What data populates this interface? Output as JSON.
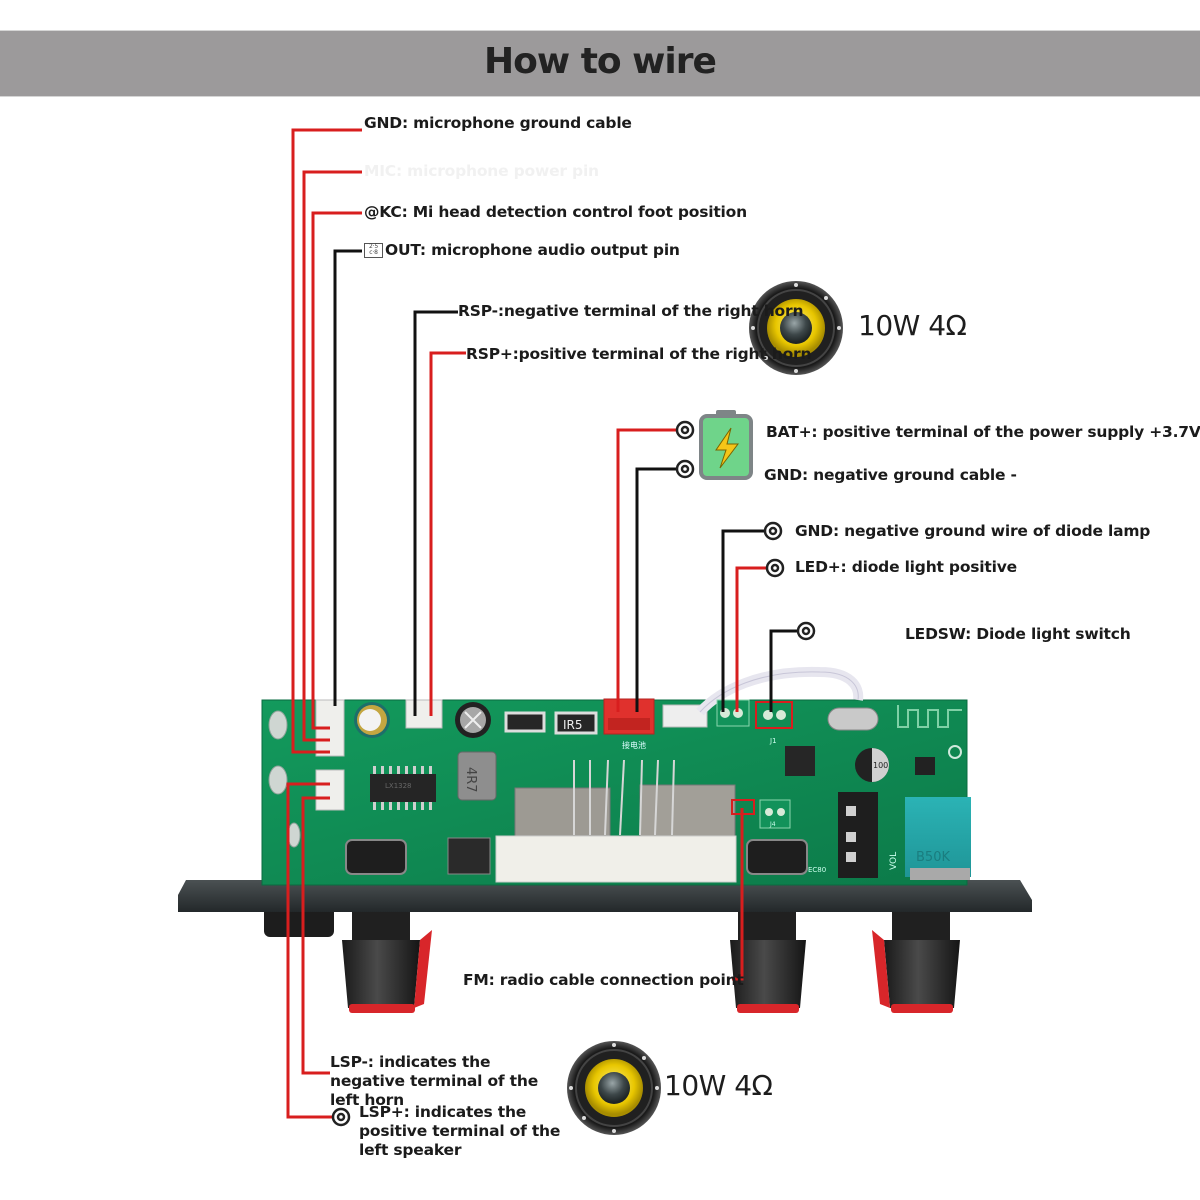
{
  "header": {
    "title": "How to wire"
  },
  "colors": {
    "banner_bg": "#9c9a9b",
    "wire_positive": "#d81e1e",
    "wire_negative": "#111111",
    "pcb_green": "#0f8a55",
    "panel_dark": "#2e3436",
    "battery_fill": "#6fd48a",
    "bolt": "#f5c518",
    "speaker_cone": "#e8c600"
  },
  "mic_labels": [
    {
      "id": "mic-gnd",
      "text": "GND: microphone ground cable",
      "wire": "positive"
    },
    {
      "id": "mic-power",
      "text": "MIC: microphone power pin",
      "wire": "positive",
      "faint": true
    },
    {
      "id": "mic-kc",
      "text": "@KC: Mi head detection control foot position",
      "wire": "positive"
    },
    {
      "id": "mic-out",
      "icon": "pin-grid-icon",
      "text": "OUT: microphone audio output pin",
      "wire": "negative"
    }
  ],
  "right_speaker": {
    "labels": [
      {
        "id": "rsp-neg",
        "text": "RSP-:negative terminal of the right horn",
        "wire": "negative"
      },
      {
        "id": "rsp-pos",
        "text": "RSP+:positive terminal of the right horn",
        "wire": "positive"
      }
    ],
    "rating": "10W 4Ω",
    "icon": "speaker-icon"
  },
  "battery": {
    "icon": "battery-icon",
    "labels": [
      {
        "id": "bat-pos",
        "text": "BAT+: positive terminal of the power supply +3.7V",
        "wire": "positive"
      },
      {
        "id": "bat-gnd",
        "text": "GND: negative ground cable -",
        "wire": "negative"
      }
    ]
  },
  "led": {
    "labels": [
      {
        "id": "led-gnd",
        "text": "GND: negative ground wire of diode lamp",
        "wire": "negative"
      },
      {
        "id": "led-pos",
        "text": "LED+: diode light positive",
        "wire": "positive"
      },
      {
        "id": "led-sw",
        "text": "LEDSW: Diode light switch",
        "wire": "negative"
      }
    ]
  },
  "fm": {
    "text": "FM: radio cable connection point",
    "wire": "positive"
  },
  "left_speaker": {
    "labels": [
      {
        "id": "lsp-neg",
        "text": "LSP-: indicates the negative terminal of the left horn",
        "wire": "positive"
      },
      {
        "id": "lsp-pos",
        "text": "LSP+: indicates the positive terminal of the left speaker",
        "wire": "positive"
      }
    ],
    "rating": "10W 4Ω",
    "icon": "speaker-icon"
  },
  "board": {
    "silkscreen": {
      "resistor": "IR5",
      "inductor": "4R7",
      "chip": "LX1328",
      "battery_connector": "接电池",
      "capacitor": "100",
      "pot": "B50K",
      "vol": "VOL",
      "ec": "EC80",
      "j1": "J1",
      "j4": "J4"
    }
  }
}
